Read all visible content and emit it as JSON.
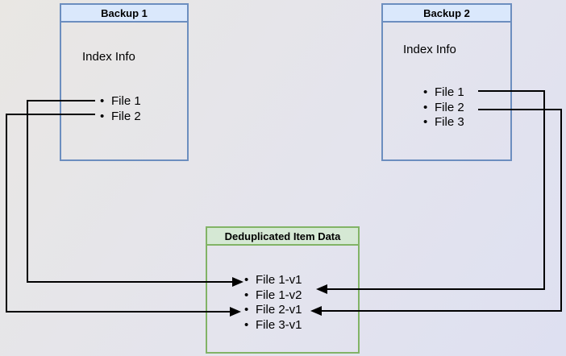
{
  "colors": {
    "background_start": "#e9e7e3",
    "background_end": "#dee0f1",
    "blue_header_fill": "#dae8fc",
    "blue_border": "#6c8ebf",
    "green_header_fill": "#d5e8d4",
    "green_border": "#82b366",
    "edge_color": "#000000",
    "text_color": "#000000"
  },
  "backup1": {
    "title": "Backup 1",
    "subtitle": "Index Info",
    "items": [
      "File 1",
      "File 2"
    ]
  },
  "backup2": {
    "title": "Backup 2",
    "subtitle": "Index Info",
    "items": [
      "File 1",
      "File 2",
      "File 3"
    ]
  },
  "dedup": {
    "title": "Deduplicated Item Data",
    "items": [
      "File 1-v1",
      "File 1-v2",
      "File 2-v1",
      "File 3-v1"
    ]
  },
  "bullet_glyph": "•",
  "edges": [
    {
      "from": "Backup 1 / File 1",
      "to": "Deduplicated Item Data / File 1-v1"
    },
    {
      "from": "Backup 1 / File 2",
      "to": "Deduplicated Item Data / File 2-v1"
    },
    {
      "from": "Backup 2 / File 1",
      "to": "Deduplicated Item Data / File 1-v2"
    },
    {
      "from": "Backup 2 / File 2",
      "to": "Deduplicated Item Data / File 2-v1"
    }
  ]
}
